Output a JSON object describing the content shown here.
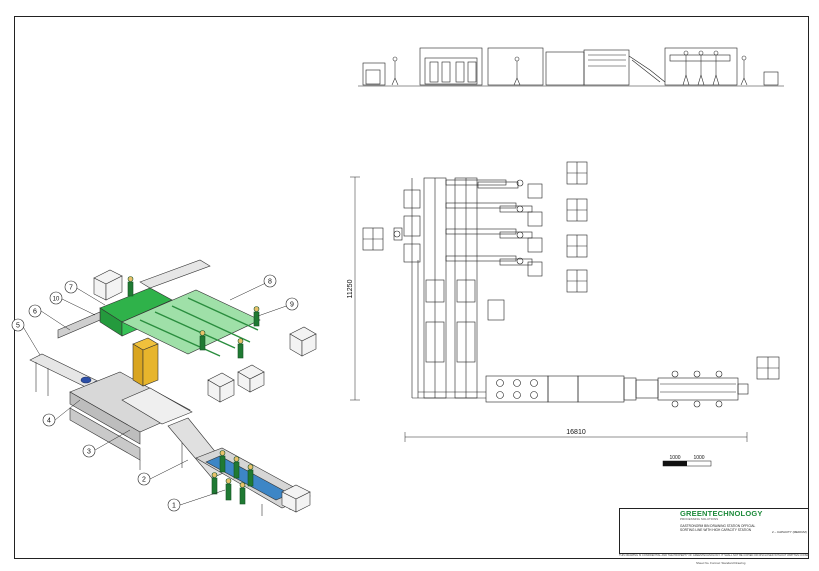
{
  "drawing": {
    "dimensions": {
      "height": "11250",
      "width": "16810"
    },
    "scale_bar": {
      "left": "1000",
      "right": "1000"
    },
    "callouts": [
      "1",
      "2",
      "3",
      "4",
      "5",
      "6",
      "7",
      "8",
      "9",
      "10"
    ]
  },
  "title_block": {
    "company": "GREENTECHNOLOGY",
    "company_sub": "PROCESSING SOLUTIONS",
    "description": "GASTRONORM BIN DRAINING STATION OFFICIAL SORTING LINE WITH HIGH CAPACITY STATION",
    "revision_note": "2 – CAPACITY (MEDIUM)"
  },
  "footer": {
    "notice": "THIS DRAWING IS CONFIDENTIAL AND THE PROPERTY OF GREENTECHNOLOGY. IT SHALL NOT BE COPIED OR DISCLOSED WITHOUT WRITTEN CONSENT",
    "sheet": "Sheet No.   Format: Standard Drawing"
  },
  "colors": {
    "machine_green": "#2fb24a",
    "worker_green": "#1f7a33",
    "cabinet": "#d9a520",
    "hopper_blue": "#2c4fa8"
  }
}
